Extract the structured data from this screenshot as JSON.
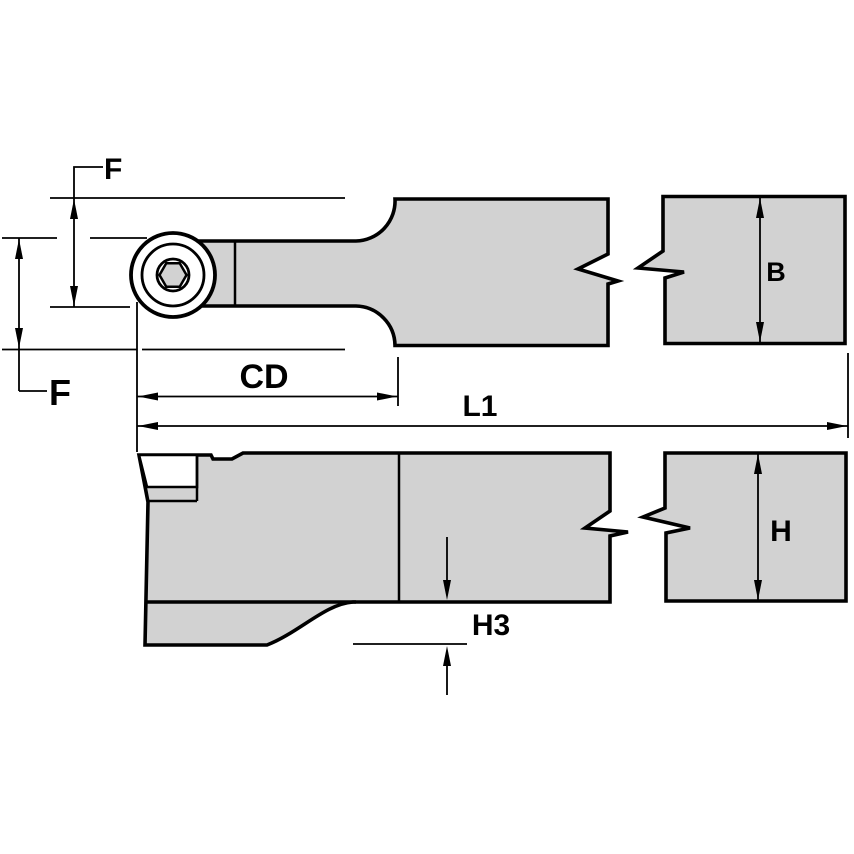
{
  "drawing": {
    "type": "technical-drawing",
    "views": {
      "top_view": "tool holder top view with round insert and clamp screw",
      "side_view": "tool holder side view with insert pocket and shank step"
    },
    "labels": {
      "f_top": "F",
      "f_bottom": "F",
      "cd": "CD",
      "l1": "L1",
      "b": "B",
      "h": "H",
      "h3": "H3"
    },
    "colors": {
      "background": "#ffffff",
      "body_fill": "#d2d2d2",
      "line": "#000000"
    }
  }
}
